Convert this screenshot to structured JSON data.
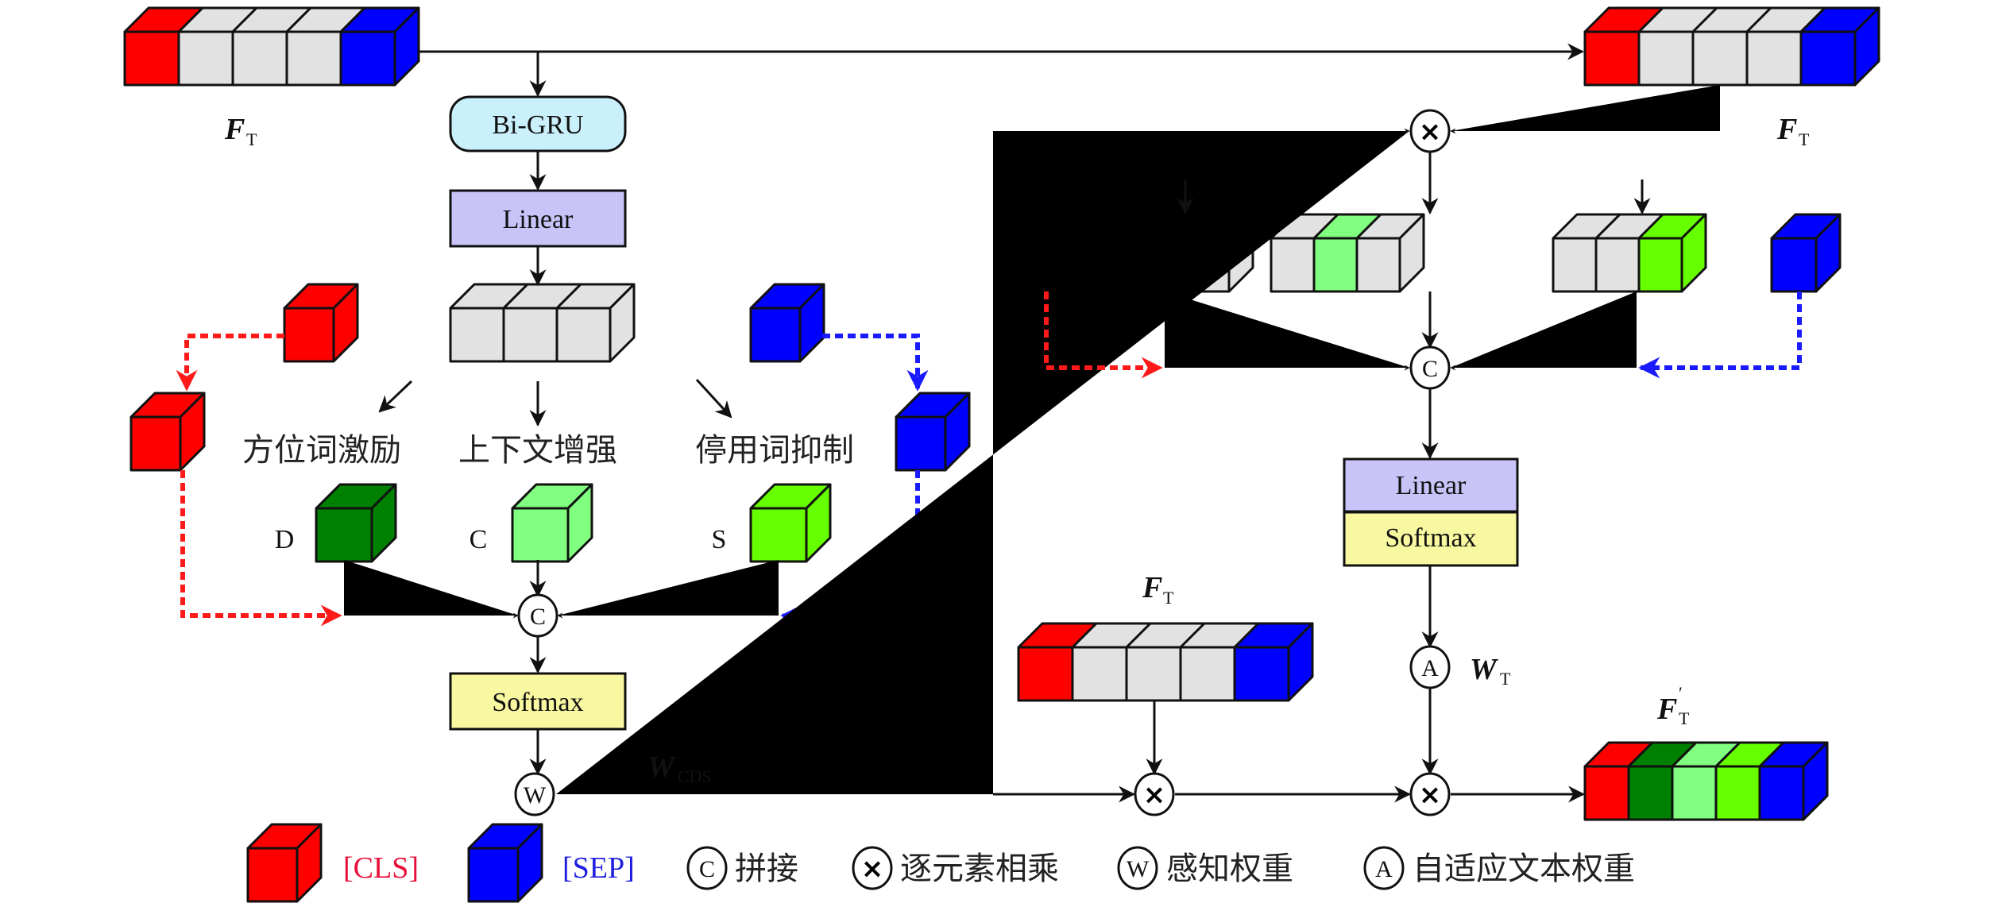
{
  "figure": {
    "type": "architecture-diagram",
    "colors": {
      "cls": "#ff0000",
      "sep": "#0000ff",
      "token": "#e2e2e2",
      "direction": "#008000",
      "context": "#80ff80",
      "stopword": "#66ff00",
      "bigru_fill": "#c9f0fb",
      "linear_fill": "#c8c4f8",
      "softmax_fill": "#f8f8a0",
      "cls_label": "#e8103a",
      "sep_label": "#2020e0"
    }
  },
  "left_branch": {
    "input_label": {
      "main": "F",
      "sub": "T"
    },
    "bigru_label": "Bi-GRU",
    "linear_label": "Linear",
    "branches": [
      {
        "title": "方位词激励",
        "letter": "D"
      },
      {
        "title": "上下文增强",
        "letter": "C"
      },
      {
        "title": "停用词抑制",
        "letter": "S"
      }
    ],
    "concat_symbol": "C",
    "softmax_label": "Softmax",
    "weight_symbol": "W",
    "weight_label": {
      "main": "W",
      "sub": "CDS"
    }
  },
  "right_branch": {
    "top_label": {
      "main": "F",
      "sub": "T"
    },
    "multiply_symbol": "×",
    "concat_symbol": "C",
    "linear_label": "Linear",
    "softmax_label": "Softmax",
    "adaptive_symbol": "A",
    "weight_label": {
      "main": "W",
      "sub": "T"
    },
    "bottom_input_label": {
      "main": "F",
      "sub": "T"
    },
    "output_label": {
      "main": "F",
      "sub": "T",
      "sup": "′"
    }
  },
  "legend": {
    "items": [
      {
        "symbol": "cls-cube",
        "label": "[CLS]"
      },
      {
        "symbol": "sep-cube",
        "label": "[SEP]"
      },
      {
        "symbol": "C",
        "label": "拼接"
      },
      {
        "symbol": "×",
        "label": "逐元素相乘"
      },
      {
        "symbol": "W",
        "label": "感知权重"
      },
      {
        "symbol": "A",
        "label": "自适应文本权重"
      }
    ]
  }
}
